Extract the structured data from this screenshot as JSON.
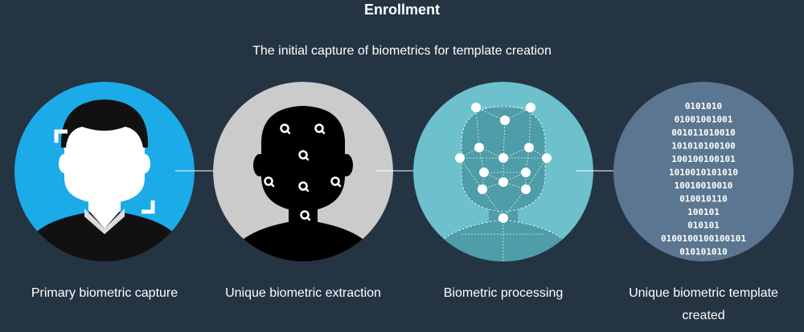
{
  "header": {
    "title": "Enrollment",
    "subtitle": "The initial capture of biometrics for template creation"
  },
  "steps": [
    {
      "label": "Primary biometric capture",
      "color": "#1aabe8",
      "icon": "face-capture-icon"
    },
    {
      "label": "Unique biometric extraction",
      "color": "#cbcbcb",
      "icon": "face-features-icon"
    },
    {
      "label": "Biometric processing",
      "color": "#6cc1cd",
      "icon": "face-mesh-icon"
    },
    {
      "label": "Unique biometric template\ncreated",
      "color": "#5b7690",
      "icon": "binary-code-icon"
    }
  ],
  "binary_lines": [
    "0101010",
    "01001001001",
    "001011010010",
    "101010100100",
    "100100100101",
    "1010010101010",
    "10010010010",
    "010010110",
    "100101",
    "010101",
    "0100100100100101",
    "010101010"
  ]
}
